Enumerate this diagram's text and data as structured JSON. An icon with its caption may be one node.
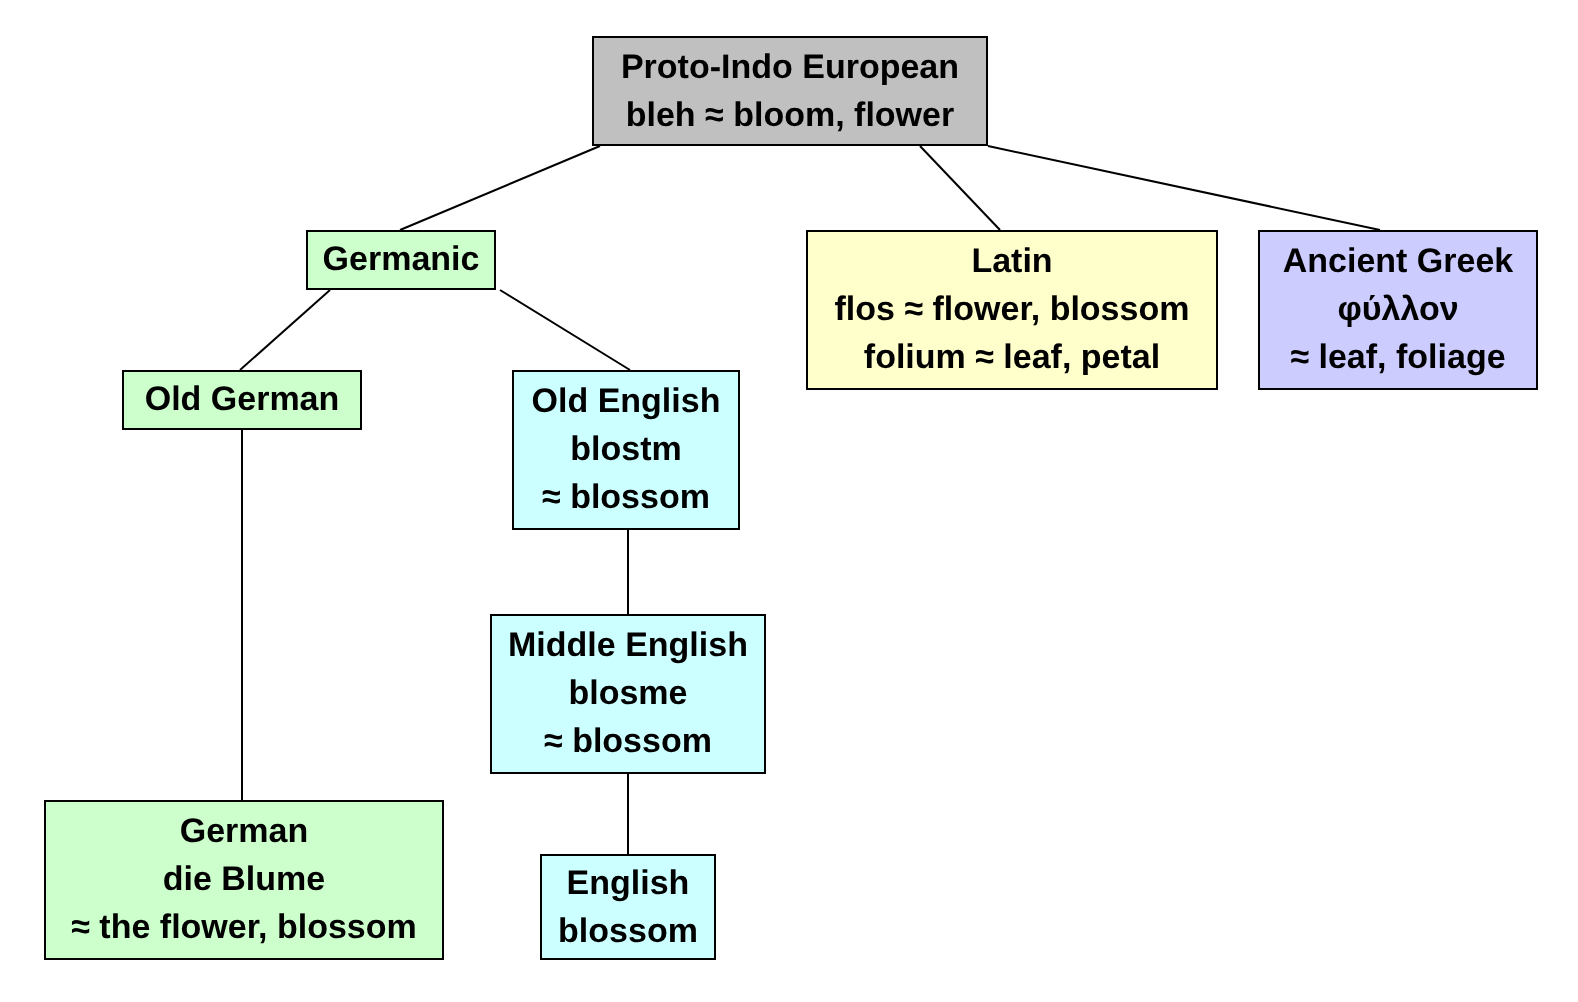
{
  "diagram": {
    "nodes": [
      {
        "text": [
          "Proto-Indo European",
          "bleh ≈ bloom, flower"
        ]
      },
      {
        "text": [
          "Germanic"
        ]
      },
      {
        "text": [
          "Latin",
          "flos ≈ flower, blossom",
          "folium ≈ leaf, petal"
        ]
      },
      {
        "text": [
          "Ancient Greek",
          "φύλλον",
          "≈ leaf, foliage"
        ]
      },
      {
        "text": [
          "Old German"
        ]
      },
      {
        "text": [
          "Old English",
          "blostm",
          "≈ blossom"
        ]
      },
      {
        "text": [
          "Middle English",
          "blosme",
          "≈ blossom"
        ]
      },
      {
        "text": [
          "German",
          "die Blume",
          "≈ the flower, blossom"
        ]
      },
      {
        "text": [
          "English",
          "blossom"
        ]
      }
    ],
    "edges": [
      {
        "from": 0,
        "to": 1,
        "arrow": "none"
      },
      {
        "from": 0,
        "to": 2,
        "arrow": "none"
      },
      {
        "from": 0,
        "to": 3,
        "arrow": "none"
      },
      {
        "from": 1,
        "to": 4,
        "arrow": "none"
      },
      {
        "from": 1,
        "to": 5,
        "arrow": "none"
      },
      {
        "from": 4,
        "to": 7,
        "arrow": "none"
      },
      {
        "from": 5,
        "to": 6,
        "arrow": "none"
      },
      {
        "from": 6,
        "to": 8,
        "arrow": "none"
      }
    ]
  }
}
